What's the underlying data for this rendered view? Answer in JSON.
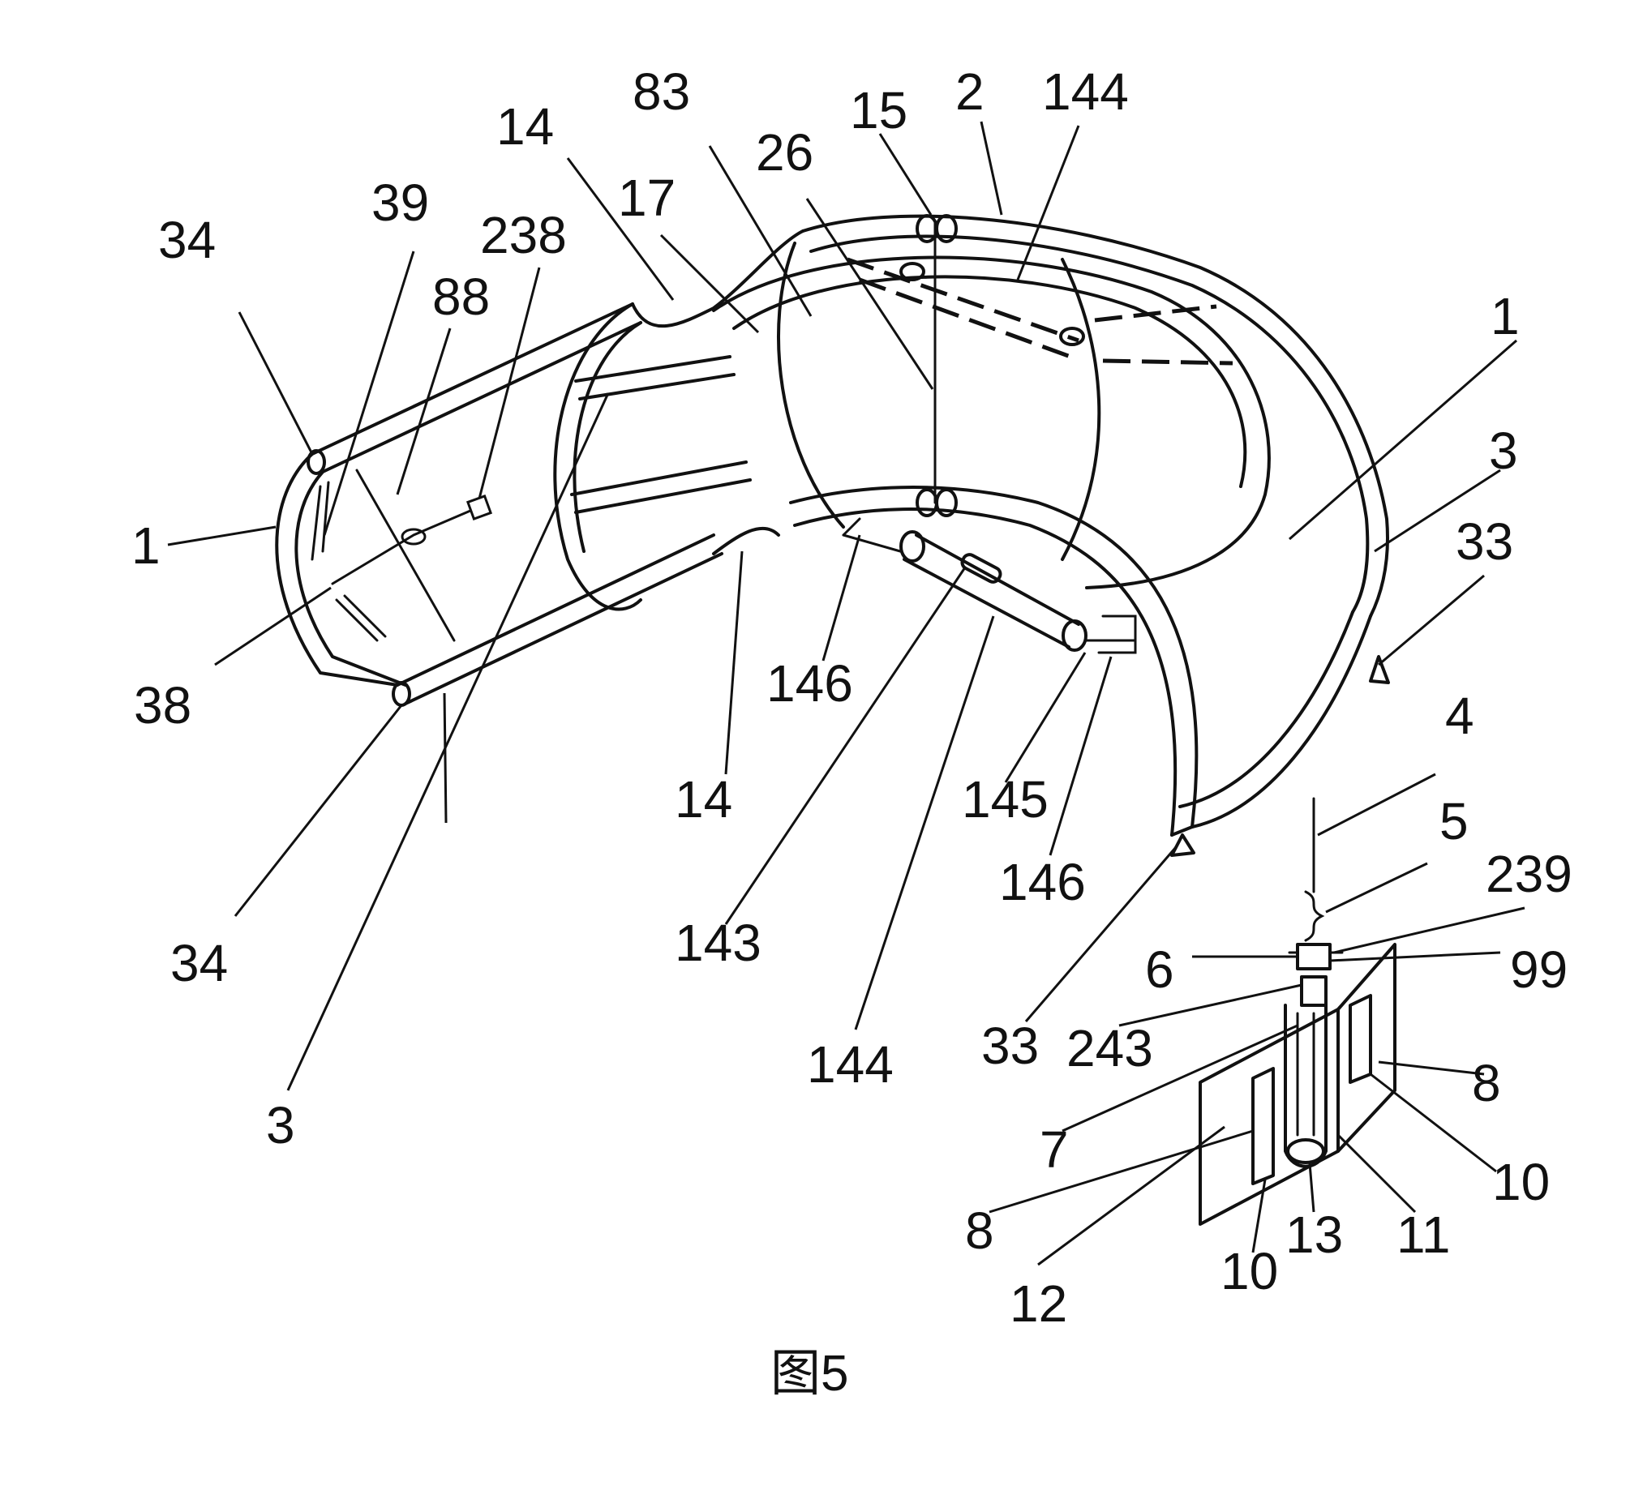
{
  "figure": {
    "caption": "图5",
    "labels": [
      {
        "id": "l-34a",
        "text": "34"
      },
      {
        "id": "l-39",
        "text": "39"
      },
      {
        "id": "l-238",
        "text": "238"
      },
      {
        "id": "l-88",
        "text": "88"
      },
      {
        "id": "l-14a",
        "text": "14"
      },
      {
        "id": "l-17",
        "text": "17"
      },
      {
        "id": "l-83",
        "text": "83"
      },
      {
        "id": "l-26",
        "text": "26"
      },
      {
        "id": "l-15",
        "text": "15"
      },
      {
        "id": "l-2",
        "text": "2"
      },
      {
        "id": "l-144a",
        "text": "144"
      },
      {
        "id": "l-1a",
        "text": "1"
      },
      {
        "id": "l-1b",
        "text": "1"
      },
      {
        "id": "l-3a",
        "text": "3"
      },
      {
        "id": "l-33a",
        "text": "33"
      },
      {
        "id": "l-38",
        "text": "38"
      },
      {
        "id": "l-34b",
        "text": "34"
      },
      {
        "id": "l-146a",
        "text": "146"
      },
      {
        "id": "l-14b",
        "text": "14"
      },
      {
        "id": "l-145",
        "text": "145"
      },
      {
        "id": "l-146b",
        "text": "146"
      },
      {
        "id": "l-143",
        "text": "143"
      },
      {
        "id": "l-144b",
        "text": "144"
      },
      {
        "id": "l-3b",
        "text": "3"
      },
      {
        "id": "l-4",
        "text": "4"
      },
      {
        "id": "l-5",
        "text": "5"
      },
      {
        "id": "l-239",
        "text": "239"
      },
      {
        "id": "l-6",
        "text": "6"
      },
      {
        "id": "l-99",
        "text": "99"
      },
      {
        "id": "l-33b",
        "text": "33"
      },
      {
        "id": "l-243",
        "text": "243"
      },
      {
        "id": "l-8a",
        "text": "8"
      },
      {
        "id": "l-7",
        "text": "7"
      },
      {
        "id": "l-10a",
        "text": "10"
      },
      {
        "id": "l-8b",
        "text": "8"
      },
      {
        "id": "l-12",
        "text": "12"
      },
      {
        "id": "l-10b",
        "text": "10"
      },
      {
        "id": "l-13",
        "text": "13"
      },
      {
        "id": "l-11",
        "text": "11"
      }
    ]
  }
}
